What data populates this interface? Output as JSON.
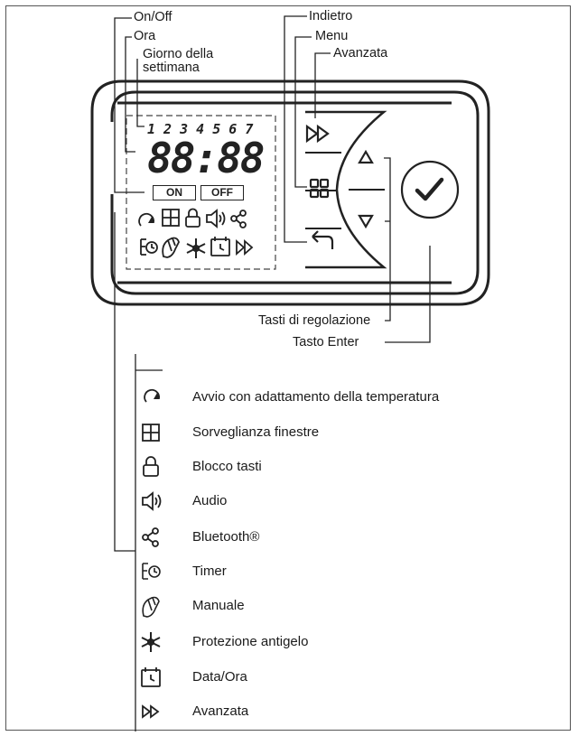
{
  "callouts": {
    "on_off": "On/Off",
    "hour": "Ora",
    "weekday": "Giorno della settimana",
    "back": "Indietro",
    "menu": "Menu",
    "advanced": "Avanzata",
    "adjust_keys": "Tasti di regolazione",
    "enter_key": "Tasto Enter"
  },
  "display": {
    "days": "1 2 3 4 5 6 7",
    "digits": "88:88",
    "on_label": "ON",
    "off_label": "OFF"
  },
  "legend": [
    {
      "icon": "refresh-icon",
      "label": "Avvio con adattamento della temperatura"
    },
    {
      "icon": "window-icon",
      "label": "Sorveglianza finestre"
    },
    {
      "icon": "lock-icon",
      "label": "Blocco tasti"
    },
    {
      "icon": "speaker-icon",
      "label": "Audio"
    },
    {
      "icon": "bluetooth-share-icon",
      "label": "Bluetooth®"
    },
    {
      "icon": "timer-icon",
      "label": "Timer"
    },
    {
      "icon": "hand-icon",
      "label": "Manuale"
    },
    {
      "icon": "snowflake-icon",
      "label": "Protezione antigelo"
    },
    {
      "icon": "calendar-clock-icon",
      "label": "Data/Ora"
    },
    {
      "icon": "fast-forward-icon",
      "label": "Avanzata"
    }
  ]
}
